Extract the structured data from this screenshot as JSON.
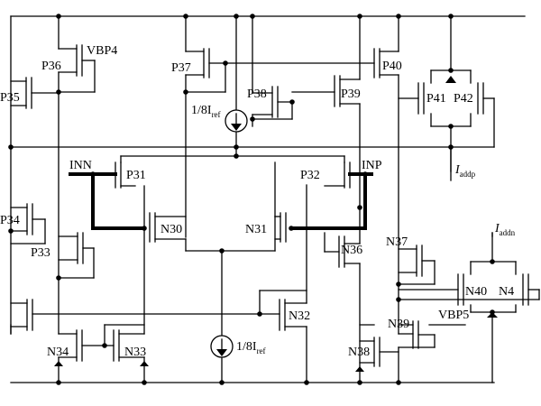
{
  "colors": {
    "wire": "#000000",
    "background": "#ffffff"
  },
  "labels": {
    "VBP4": "VBP4",
    "VBP5": "VBP5",
    "INN": "INN",
    "INP": "INP",
    "P31": "P31",
    "P32": "P32",
    "P33": "P33",
    "P34": "P34",
    "P35": "P35",
    "P36": "P36",
    "P37": "P37",
    "P38": "P38",
    "P39": "P39",
    "P40": "P40",
    "P41": "P41",
    "P42": "P42",
    "N30": "N30",
    "N31": "N31",
    "N32": "N32",
    "N33": "N33",
    "N34": "N34",
    "N36": "N36",
    "N37": "N37",
    "N38": "N38",
    "N39": "N39",
    "N40": "N40",
    "N41": "N4"
  },
  "sources": {
    "top": {
      "value": "1/8I",
      "sub": "ref"
    },
    "bottom": {
      "value": "1/8I",
      "sub": "ref"
    }
  },
  "currents": {
    "addp": {
      "value": "I",
      "sub": "addp"
    },
    "addn": {
      "value": "I",
      "sub": "addn"
    }
  }
}
